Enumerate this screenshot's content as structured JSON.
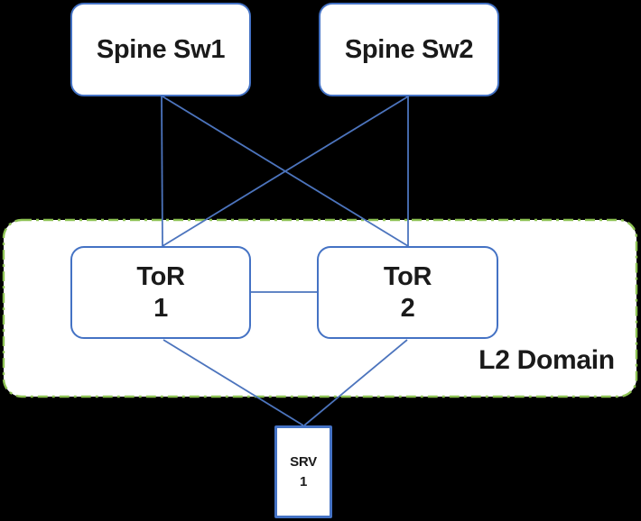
{
  "diagram": {
    "nodes": {
      "spine1": {
        "label": "Spine Sw1"
      },
      "spine2": {
        "label": "Spine Sw2"
      },
      "tor1": {
        "label": "ToR",
        "number": "1"
      },
      "tor2": {
        "label": "ToR",
        "number": "2"
      },
      "srv1": {
        "label": "SRV",
        "number": "1"
      }
    },
    "l2_domain": {
      "label": "L2 Domain"
    },
    "links": [
      {
        "from": "Spine Sw1",
        "to": "ToR 1"
      },
      {
        "from": "Spine Sw1",
        "to": "ToR 2"
      },
      {
        "from": "Spine Sw2",
        "to": "ToR 1"
      },
      {
        "from": "Spine Sw2",
        "to": "ToR 2"
      },
      {
        "from": "ToR 1",
        "to": "ToR 2"
      },
      {
        "from": "ToR 1",
        "to": "SRV 1"
      },
      {
        "from": "ToR 2",
        "to": "SRV 1"
      }
    ],
    "colors": {
      "node_border": "#4472C4",
      "connector": "#4C74BD",
      "l2_domain_border": "#8CC152",
      "node_fill": "#FFFFFF",
      "l2_domain_fill": "#FFFFFF",
      "text": "#1A1A1A",
      "background": "#000000"
    }
  }
}
